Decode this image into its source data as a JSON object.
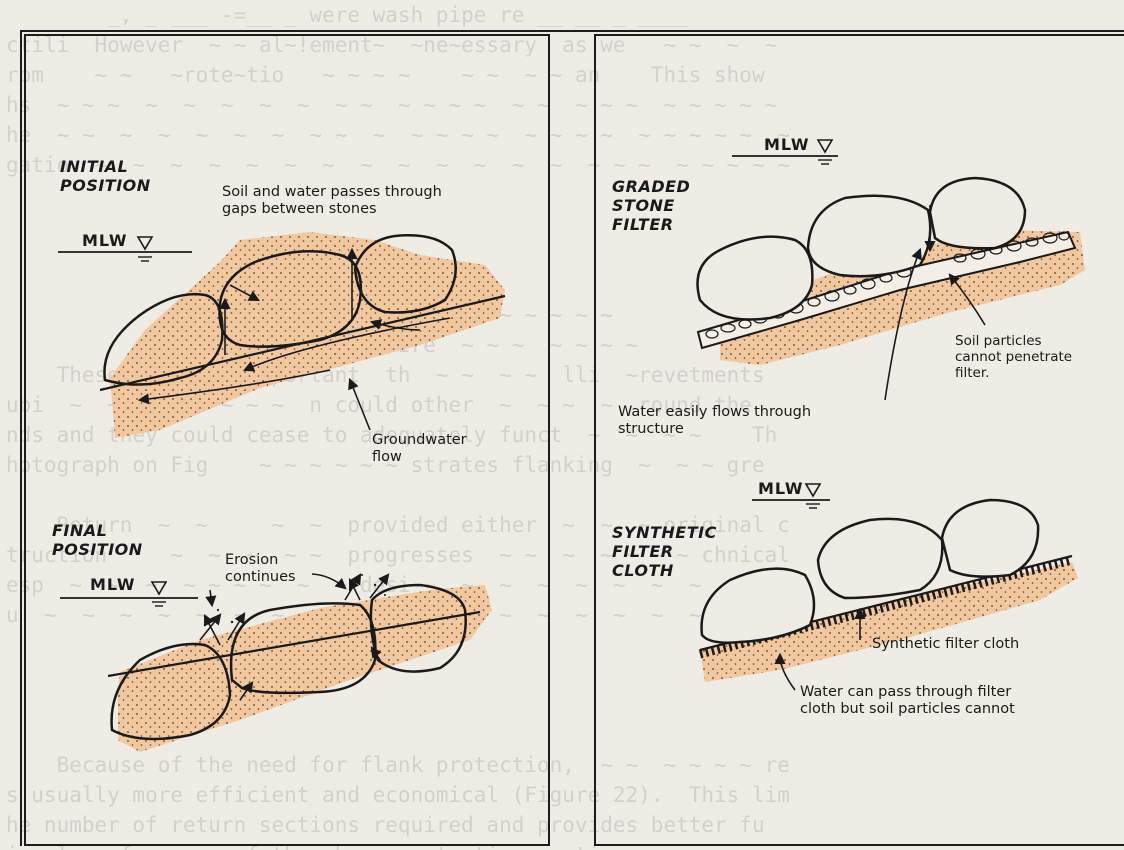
{
  "background_text": [
    "        _, _ ___ -=__ _ were wash pipe re __ __ _ ____ ",
    "ctili  However  ~ ~ al~!ement~  ~ne~essary  as we   ~ ~  ~  ~",
    "rom    ~ ~   ~rote~tio   ~ ~ ~ ~    ~ ~  ~ ~ an    This show",
    "hs  ~ ~ ~  ~  ~  ~  ~  ~  ~ ~  ~ ~ ~ ~  ~ ~  ~ ~ ~  ~ ~ ~ ~ ~",
    "he  ~ ~  ~  ~  ~  ~  ~  ~ ~  ~  ~ ~ ~ ~  ~ ~ ~ ~  ~ ~ ~ ~ ~  ~",
    "gatio  ~  ~  ~  ~  ~  ~  ~  ~  ~  ~  ~  ~  ~  ~ ~ ~  ~ ~ ~ ~ ~",
    "",
    "",
    "",
    "",
    "                                   ~ ~ ~ ~ ~ ~ ~",
    "                               Ire  ~ ~ ~  ~ ~ ~ ~",
    "    These  ~  ~  ~  mportant  th  ~ ~  ~ ~  lli  ~revetments",
    "ubi  ~  ~  ~  ~  ~ ~ ~  n could other  ~  ~ ~  ~  round the",
    "nds and they could cease to adequately funct  ~  ~  ~ ~    Th",
    "hotograph on Fig    ~ ~ ~ ~ ~ ~ strates flanking  ~  ~ ~ gre",
    "",
    "    Return  ~  ~     ~  ~  provided either  ~  ~  ~ original c",
    "truction     ~  ~  ~  ~ ~  progresses  ~ ~  ~  ~ ~ ~ ~ chnical",
    "esp  ~  ~  ~  ~ ~ ~ ~  ~  ~ desi ~  ~  ~  ~  ~  ~  ~  ~  ~  ~",
    "u  ~  ~  ~  ~  ~  ~  ~  ~  ~  easi  ~  ~  ~  ~  ~  ~  ~  ~  ~",
    "",
    "",
    "",
    "",
    "    Because of the need for flank protection,  ~ ~  ~ ~ ~ ~ re",
    "s usually more efficient and economical (Figure 22).  This lim",
    "he number of return sections required and provides better fu",
    "ional performance of the shore protection section."
  ],
  "left_panel": {
    "initial_position": {
      "heading": [
        "INITIAL",
        "POSITION"
      ],
      "water_level_label": "MLW",
      "note_soil_water": [
        "Soil and water passes through",
        "gaps between stones"
      ],
      "note_groundwater": [
        "Groundwater",
        "flow"
      ]
    },
    "final_position": {
      "heading": [
        "FINAL",
        "POSITION"
      ],
      "water_level_label": "MLW",
      "note_erosion": [
        "Erosion",
        "continues"
      ]
    }
  },
  "right_panel": {
    "graded_stone_filter": {
      "heading": [
        "GRADED",
        "STONE",
        "FILTER"
      ],
      "water_level_label": "MLW",
      "note_soil_particles": [
        "Soil particles",
        "cannot penetrate",
        "filter."
      ],
      "note_water_flows": [
        "Water easily flows through",
        "structure"
      ]
    },
    "synthetic_filter_cloth": {
      "heading": [
        "SYNTHETIC",
        "FILTER",
        "CLOTH"
      ],
      "water_level_label": "MLW",
      "note_cloth": "Synthetic filter cloth",
      "note_water_pass": [
        "Water can pass through filter",
        "cloth but soil particles cannot"
      ]
    }
  },
  "colors": {
    "soil": "#f2c8a0",
    "ink": "#1a1a1a",
    "paper": "#efece5"
  }
}
